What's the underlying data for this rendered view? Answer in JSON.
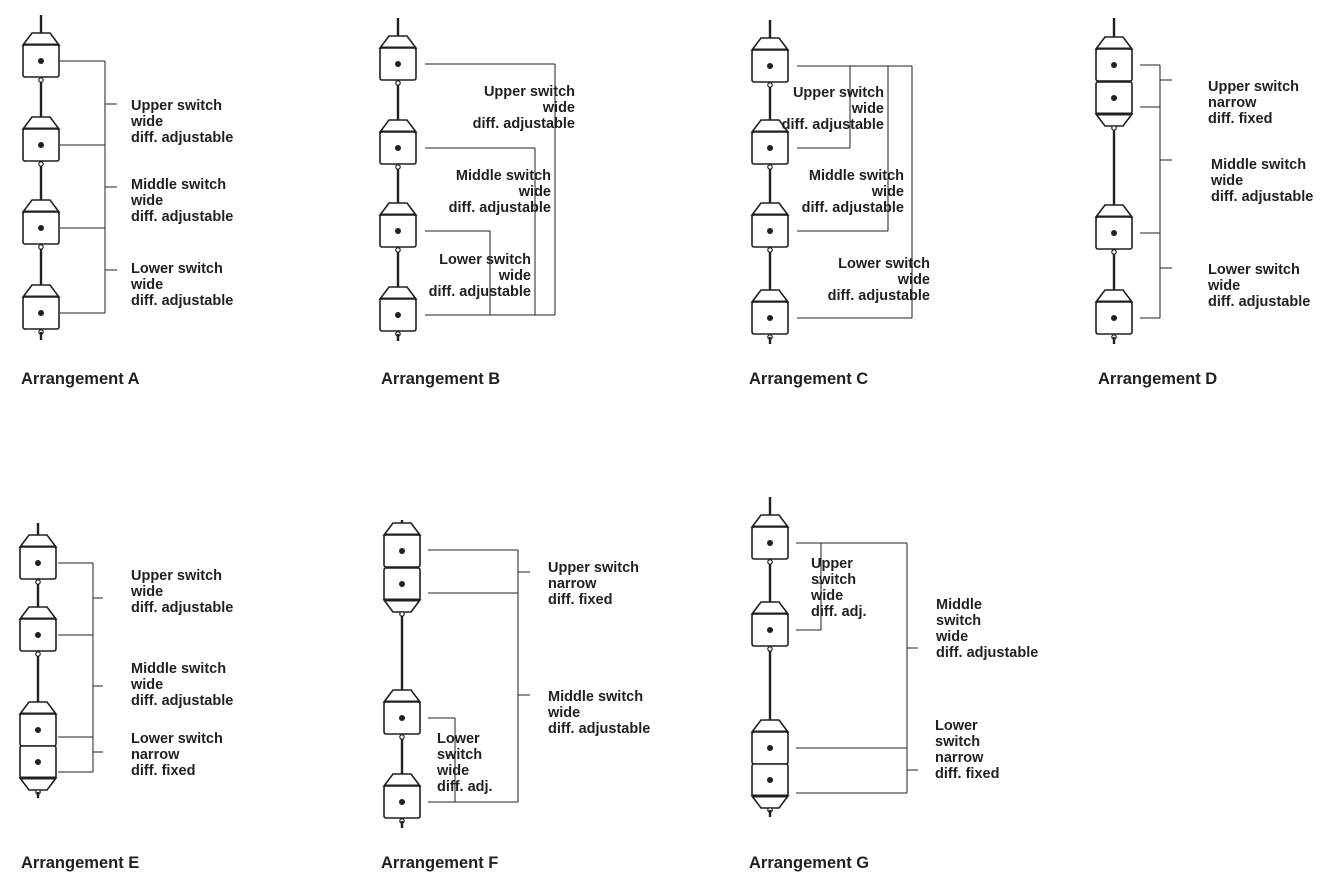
{
  "arrangements": [
    {
      "title": "Arrangement A",
      "labels": [
        [
          "Upper switch",
          "wide",
          "diff. adjustable"
        ],
        [
          "Middle switch",
          "wide",
          "diff. adjustable"
        ],
        [
          "Lower switch",
          "wide",
          "diff. adjustable"
        ]
      ]
    },
    {
      "title": "Arrangement B",
      "labels": [
        [
          "Upper switch",
          "wide",
          "diff. adjustable"
        ],
        [
          "Middle switch",
          "wide",
          "diff. adjustable"
        ],
        [
          "Lower switch",
          "wide",
          "diff. adjustable"
        ]
      ]
    },
    {
      "title": "Arrangement C",
      "labels": [
        [
          "Upper switch",
          "wide",
          "diff. adjustable"
        ],
        [
          "Middle switch",
          "wide",
          "diff. adjustable"
        ],
        [
          "Lower switch",
          "wide",
          "diff. adjustable"
        ]
      ]
    },
    {
      "title": "Arrangement D",
      "labels": [
        [
          "Upper switch",
          "narrow",
          "diff. fixed"
        ],
        [
          "Middle switch",
          "wide",
          "diff. adjustable"
        ],
        [
          "Lower switch",
          "wide",
          "diff. adjustable"
        ]
      ]
    },
    {
      "title": "Arrangement E",
      "labels": [
        [
          "Upper switch",
          "wide",
          "diff. adjustable"
        ],
        [
          "Middle switch",
          "wide",
          "diff. adjustable"
        ],
        [
          "Lower switch",
          "narrow",
          "diff. fixed"
        ]
      ]
    },
    {
      "title": "Arrangement F",
      "labels": [
        [
          "Upper switch",
          "narrow",
          "diff. fixed"
        ],
        [
          "Middle switch",
          "wide",
          "diff. adjustable"
        ],
        [
          "Lower",
          "switch",
          "wide",
          "diff. adj."
        ]
      ]
    },
    {
      "title": "Arrangement G",
      "labels": [
        [
          "Upper",
          "switch",
          "wide",
          "diff. adj."
        ],
        [
          "Middle",
          "switch",
          "wide",
          "diff. adjustable"
        ],
        [
          "Lower",
          "switch",
          "narrow",
          "diff. fixed"
        ]
      ]
    }
  ]
}
